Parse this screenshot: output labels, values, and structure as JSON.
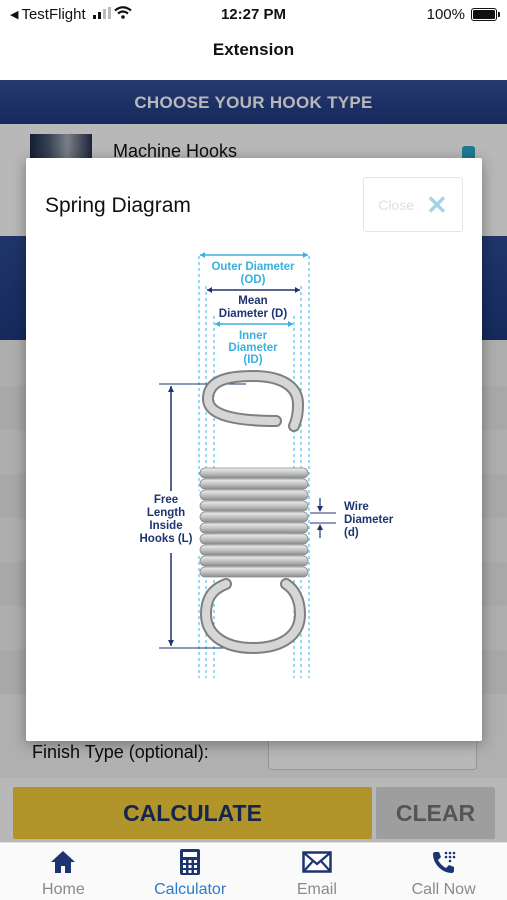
{
  "status_bar": {
    "back_app": "TestFlight",
    "time": "12:27 PM",
    "battery": "100%"
  },
  "nav": {
    "title": "Extension"
  },
  "hook_section": {
    "banner": "CHOOSE YOUR HOOK TYPE",
    "selected_hook": "Machine Hooks"
  },
  "form": {
    "finish_label": "Finish Type (optional):",
    "finish_value": ""
  },
  "buttons": {
    "calculate": "CALCULATE",
    "clear": "CLEAR"
  },
  "modal": {
    "title": "Spring Diagram",
    "close_label": "Close",
    "diagram": {
      "outer_diameter": [
        "Outer Diameter",
        "(OD)"
      ],
      "mean_diameter": [
        "Mean",
        "Diameter (D)"
      ],
      "inner_diameter": [
        "Inner",
        "Diameter",
        "(ID)"
      ],
      "wire_diameter": [
        "Wire",
        "Diameter",
        "(d)"
      ],
      "free_length": [
        "Free",
        "Length",
        "Inside",
        "Hooks (L)"
      ]
    }
  },
  "tabs": [
    {
      "label": "Home",
      "icon": "home-icon"
    },
    {
      "label": "Calculator",
      "icon": "calculator-icon",
      "active": true
    },
    {
      "label": "Email",
      "icon": "email-icon"
    },
    {
      "label": "Call Now",
      "icon": "phone-icon"
    }
  ],
  "colors": {
    "banner": "#2b4690",
    "accent": "#2c7ac9",
    "calculate": "#f5cd3b",
    "diagram_cyan": "#3ab0de",
    "diagram_navy": "#1e3470"
  }
}
